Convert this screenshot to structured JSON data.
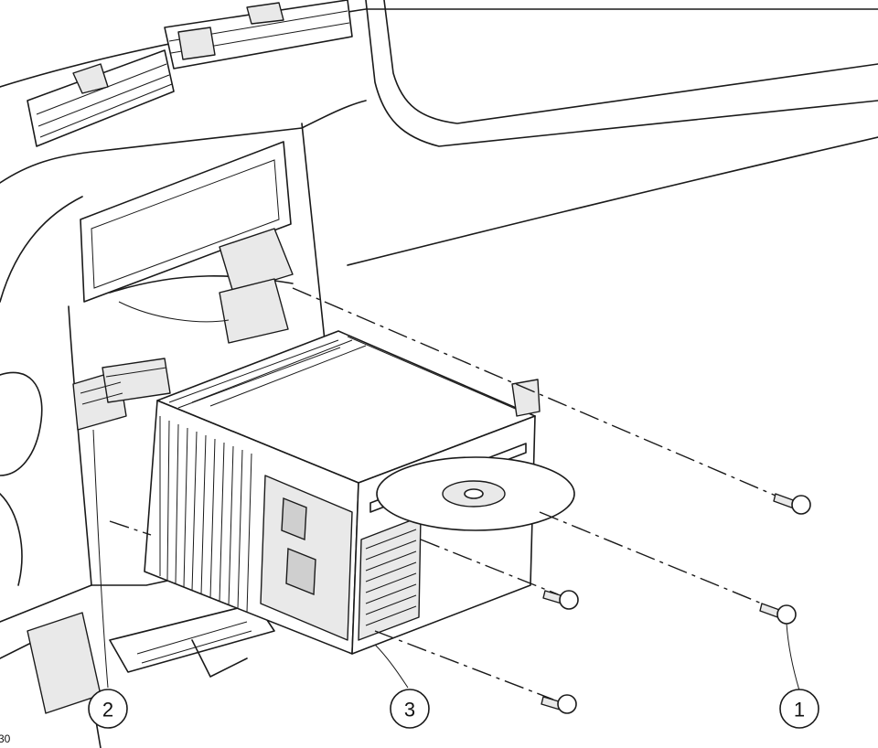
{
  "callouts": [
    {
      "id": "1",
      "label": "1"
    },
    {
      "id": "2",
      "label": "2"
    },
    {
      "id": "3",
      "label": "3"
    }
  ],
  "figure_ref": "30"
}
